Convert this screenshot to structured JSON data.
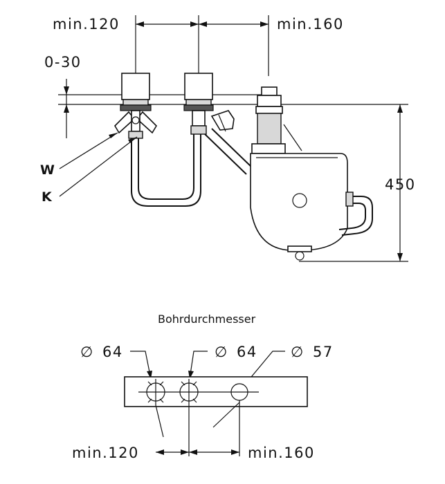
{
  "dimensions": {
    "top_left_spacing": "min.120",
    "top_right_spacing": "min.160",
    "offset_range": "0-30",
    "height": "450",
    "bottom_left_spacing": "min.120",
    "bottom_right_spacing": "min.160"
  },
  "markers": {
    "warm": "W",
    "cold": "K"
  },
  "drill_plan": {
    "title": "Bohrdurchmesser",
    "diameter_1": "64",
    "diameter_2": "64",
    "diameter_3": "57",
    "diameter_symbol": "∅"
  }
}
